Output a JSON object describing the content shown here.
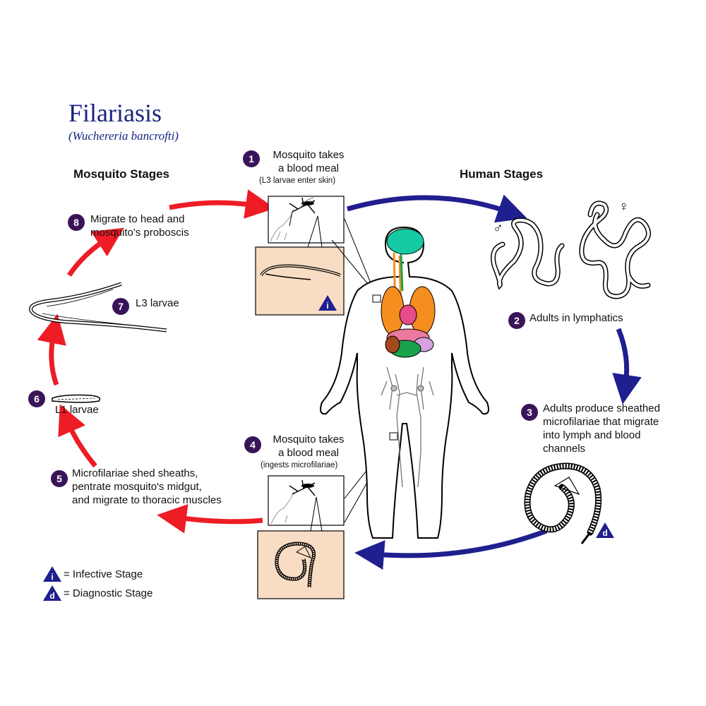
{
  "title": "Filariasis",
  "subtitle": "(Wuchereria bancrofti)",
  "headings": {
    "mosquito": "Mosquito Stages",
    "human": "Human Stages"
  },
  "steps": [
    {
      "num": "1",
      "line1": "Mosquito takes",
      "line2": "a blood meal",
      "note": "(L3 larvae enter skin)"
    },
    {
      "num": "2",
      "line1": "Adults in lymphatics"
    },
    {
      "num": "3",
      "line1": "Adults produce sheathed",
      "line2": "microfilariae that migrate",
      "line3": "into lymph and blood",
      "line4": "channels"
    },
    {
      "num": "4",
      "line1": "Mosquito takes",
      "line2": "a blood meal",
      "note": "(ingests microfilariae)"
    },
    {
      "num": "5",
      "line1": "Microfilariae shed sheaths,",
      "line2": "pentrate mosquito's midgut,",
      "line3": "and migrate to thoracic muscles"
    },
    {
      "num": "6",
      "line1": "L1 larvae"
    },
    {
      "num": "7",
      "line1": "L3 larvae"
    },
    {
      "num": "8",
      "line1": "Migrate to head and",
      "line2": "mosquito's proboscis"
    }
  ],
  "markers": {
    "infective": "i",
    "diagnostic": "d"
  },
  "sex_symbols": {
    "male": "♂",
    "female": "♀"
  },
  "legend": {
    "infective": "= Infective Stage",
    "diagnostic": "= Diagnostic Stage"
  },
  "colors": {
    "mosquito_arrow": "#ee1c25",
    "human_arrow": "#1f1f8f",
    "badge": "#3a1458",
    "title": "#1a237e",
    "panel": "#f8dcc4"
  }
}
